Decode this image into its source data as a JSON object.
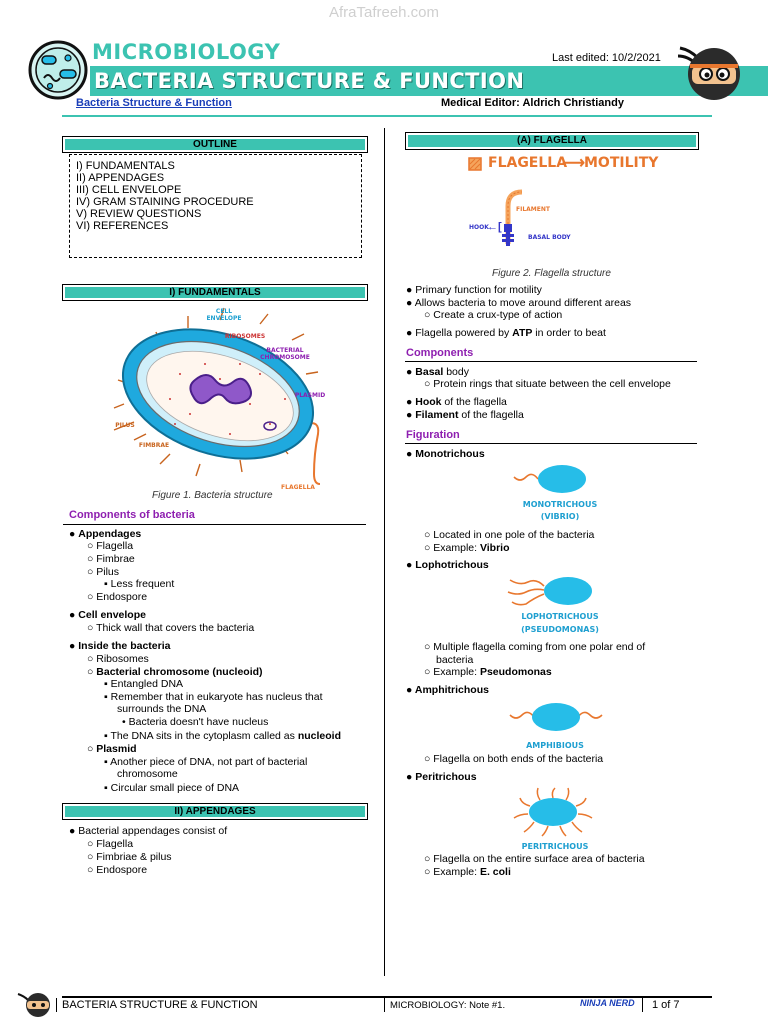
{
  "watermark": "AfraTafreeh.com",
  "header": {
    "subject": "MICROBIOLOGY",
    "title": "BACTERIA STRUCTURE & FUNCTION",
    "last_edited": "Last edited: 10/2/2021",
    "doc_link": "Bacteria Structure & Function",
    "editor": "Medical Editor: Aldrich Christiandy"
  },
  "colors": {
    "accent": "#3cc3b1",
    "purple": "#8e1fb0",
    "orange": "#e8772e",
    "cyan": "#26bde8"
  },
  "outline": {
    "heading": "OUTLINE",
    "items": [
      "I) FUNDAMENTALS",
      "II) APPENDAGES",
      "III) CELL ENVELOPE",
      "IV) GRAM STAINING PROCEDURE",
      "V) REVIEW QUESTIONS",
      "VI) REFERENCES"
    ]
  },
  "fundamentals": {
    "heading": "I)  FUNDAMENTALS",
    "figure_labels": {
      "cell_envelope": "CELL ENVELOPE",
      "ribosomes": "RIBOSOMES",
      "bacterial_chromosome": "BACTERIAL CHROMOSOME",
      "plasmid": "PLASMID",
      "pilus": "PILUS",
      "fimbrae": "FIMBRAE",
      "flagella": "FLAGELLA"
    },
    "caption": "Figure 1. Bacteria structure",
    "components_heading": "Components of bacteria",
    "lines": [
      {
        "bullet": "●",
        "pre": "",
        "bold": "Appendages",
        "post": ""
      },
      {
        "bullet": "○",
        "pre": "Flagella",
        "bold": "",
        "post": ""
      },
      {
        "bullet": "○",
        "pre": "Fimbrae",
        "bold": "",
        "post": ""
      },
      {
        "bullet": "○",
        "pre": "Pilus",
        "bold": "",
        "post": ""
      },
      {
        "bullet": "▪",
        "pre": "Less frequent",
        "bold": "",
        "post": ""
      },
      {
        "bullet": "○",
        "pre": "Endospore",
        "bold": "",
        "post": ""
      },
      {
        "bullet": "●",
        "pre": "",
        "bold": "Cell envelope",
        "post": ""
      },
      {
        "bullet": "○",
        "pre": "Thick wall that covers the bacteria",
        "bold": "",
        "post": ""
      },
      {
        "bullet": "●",
        "pre": "",
        "bold": "Inside the bacteria",
        "post": ""
      },
      {
        "bullet": "○",
        "pre": "Ribosomes",
        "bold": "",
        "post": ""
      },
      {
        "bullet": "○",
        "pre": "",
        "bold": "Bacterial chromosome (nucleoid)",
        "post": ""
      },
      {
        "bullet": "▪",
        "pre": "Entangled DNA",
        "bold": "",
        "post": ""
      },
      {
        "bullet": "▪",
        "pre": "Remember that in eukaryote has nucleus that",
        "bold": "",
        "post": ""
      },
      {
        "bullet": "",
        "pre": "surrounds the DNA",
        "bold": "",
        "post": ""
      },
      {
        "bullet": "•",
        "pre": "Bacteria doesn't have nucleus",
        "bold": "",
        "post": ""
      },
      {
        "bullet": "▪",
        "pre": "The DNA sits in the cytoplasm called as ",
        "bold": "nucleoid",
        "post": ""
      },
      {
        "bullet": "○",
        "pre": "",
        "bold": "Plasmid",
        "post": ""
      },
      {
        "bullet": "▪",
        "pre": "Another piece of DNA, not part of bacterial",
        "bold": "",
        "post": ""
      },
      {
        "bullet": "",
        "pre": "chromosome",
        "bold": "",
        "post": ""
      },
      {
        "bullet": "▪",
        "pre": "Circular small piece of DNA",
        "bold": "",
        "post": ""
      }
    ]
  },
  "appendages": {
    "heading": "II)  APPENDAGES",
    "lines": [
      {
        "bullet": "●",
        "pre": "Bacterial appendages consist of",
        "bold": "",
        "post": ""
      },
      {
        "bullet": "○",
        "pre": "Flagella",
        "bold": "",
        "post": ""
      },
      {
        "bullet": "○",
        "pre": "Fimbriae & pilus",
        "bold": "",
        "post": ""
      },
      {
        "bullet": "○",
        "pre": "Endospore",
        "bold": "",
        "post": ""
      }
    ]
  },
  "flagella": {
    "heading": "(A)  FLAGELLA",
    "banner_left": "FLAGELLA",
    "banner_right": "MOTILITY",
    "fig_labels": {
      "filament": "FILAMENT",
      "hook": "HOOK",
      "basal": "BASAL BODY"
    },
    "caption": "Figure 2. Flagella structure",
    "intro": [
      {
        "bullet": "●",
        "pre": "Primary function for motility",
        "bold": "",
        "post": ""
      },
      {
        "bullet": "●",
        "pre": "Allows bacteria to move around different areas",
        "bold": "",
        "post": ""
      },
      {
        "bullet": "○",
        "pre": "Create a crux-type of action",
        "bold": "",
        "post": ""
      },
      {
        "bullet": "●",
        "pre": "Flagella powered by ",
        "bold": "ATP",
        "post": " in order to beat"
      }
    ],
    "components_heading": "Components",
    "components": [
      {
        "bullet": "●",
        "pre": "",
        "bold": "Basal",
        "post": " body"
      },
      {
        "bullet": "○",
        "pre": "Protein rings that situate between the cell envelope",
        "bold": "",
        "post": ""
      },
      {
        "bullet": "●",
        "pre": "",
        "bold": "Hook",
        "post": " of the flagella"
      },
      {
        "bullet": "●",
        "pre": "",
        "bold": "Filament",
        "post": " of the flagella"
      }
    ],
    "figuration_heading": "Figuration",
    "types": [
      {
        "name": "Monotrichous",
        "label1": "MONOTRICHOUS",
        "label2": "(VIBRIO)",
        "notes": [
          {
            "bullet": "○",
            "pre": "Located in one pole of the bacteria",
            "bold": "",
            "post": ""
          },
          {
            "bullet": "○",
            "pre": "Example: ",
            "bold": "Vibrio",
            "post": ""
          }
        ]
      },
      {
        "name": "Lophotrichous",
        "label1": "LOPHOTRICHOUS",
        "label2": "(PSEUDOMONAS)",
        "notes": [
          {
            "bullet": "○",
            "pre": "Multiple flagella coming from one polar end of",
            "bold": "",
            "post": ""
          },
          {
            "bullet": "",
            "pre": "bacteria",
            "bold": "",
            "post": ""
          },
          {
            "bullet": "○",
            "pre": "Example: ",
            "bold": "Pseudomonas",
            "post": ""
          }
        ]
      },
      {
        "name": "Amphitrichous",
        "label1": "AMPHIBIOUS",
        "label2": "",
        "notes": [
          {
            "bullet": "○",
            "pre": "Flagella on both ends of the bacteria",
            "bold": "",
            "post": ""
          }
        ]
      },
      {
        "name": "Peritrichous",
        "label1": "PERITRICHOUS",
        "label2": "",
        "notes": [
          {
            "bullet": "○",
            "pre": "Flagella on the entire surface area of bacteria",
            "bold": "",
            "post": ""
          },
          {
            "bullet": "○",
            "pre": "Example: ",
            "bold": "E. coli",
            "post": ""
          }
        ]
      }
    ]
  },
  "footer": {
    "left": "BACTERIA STRUCTURE & FUNCTION",
    "middle": "MICROBIOLOGY: Note #1.",
    "logo_text": "NINJA NERD",
    "page": "1 of 7"
  }
}
